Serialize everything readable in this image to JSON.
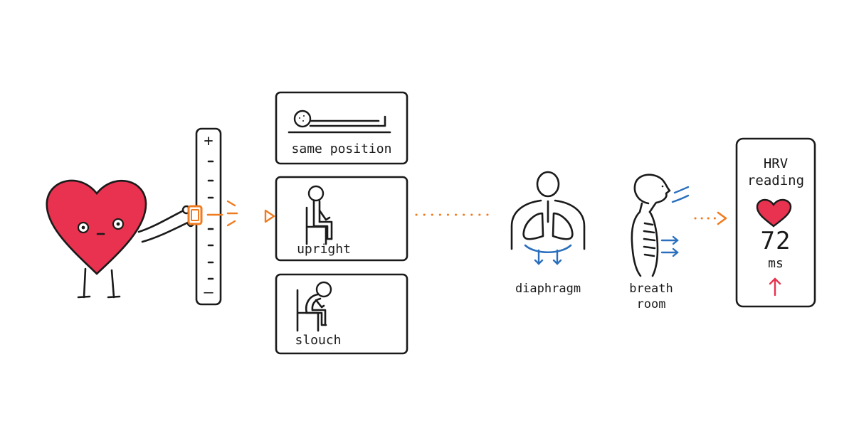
{
  "colors": {
    "heart": "#e8324f",
    "accent_orange": "#f07b1f",
    "accent_blue": "#2a6fbd",
    "ink": "#1a1a1a",
    "background": "#ffffff"
  },
  "mascot": {
    "icon": "heart-mascot-icon",
    "holds": "phone-icon"
  },
  "scale": {
    "top_symbol": "+",
    "bottom_symbol": "–"
  },
  "positions": [
    {
      "id": "same-position",
      "label": "same position",
      "icon": "lying-figure-icon"
    },
    {
      "id": "upright",
      "label": "upright",
      "icon": "upright-sitting-figure-icon"
    },
    {
      "id": "slouch",
      "label": "slouch",
      "icon": "slouching-figure-icon"
    }
  ],
  "body_effects": {
    "diaphragm": {
      "label": "diaphragm",
      "icon": "lungs-diaphragm-icon"
    },
    "breath": {
      "label_line1": "breath",
      "label_line2": "room",
      "icon": "breathing-profile-icon"
    }
  },
  "hrv_card": {
    "title_line1": "HRV",
    "title_line2": "reading",
    "value": "72",
    "unit": "ms",
    "icon": "heart-icon",
    "trend_icon": "up-arrow-icon"
  }
}
